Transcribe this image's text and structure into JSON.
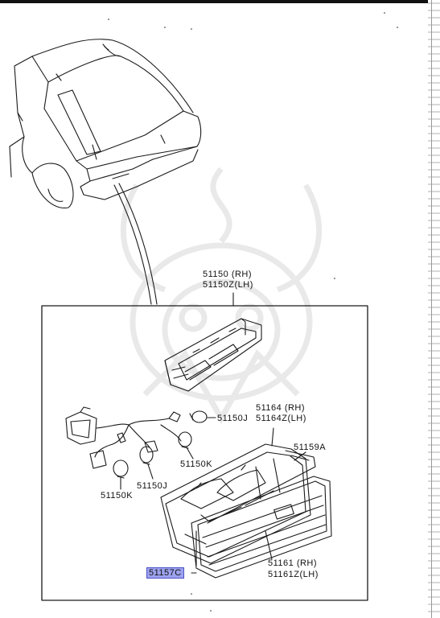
{
  "labels": {
    "assembly_rh": "51150 (RH)",
    "assembly_lh": "51150Z(LH)",
    "part_51164_rh": "51164 (RH)",
    "part_51164_lh": "51164Z(LH)",
    "part_51150j_a": "51150J",
    "part_51150k_a": "51150K",
    "part_51150j_b": "51150J",
    "part_51150k_b": "51150K",
    "part_51159a": "51159A",
    "part_51161_rh": "51161 (RH)",
    "part_51161_lh": "51161Z(LH)",
    "part_51157c": "51157C"
  },
  "highlight_color": "#9da2ee"
}
